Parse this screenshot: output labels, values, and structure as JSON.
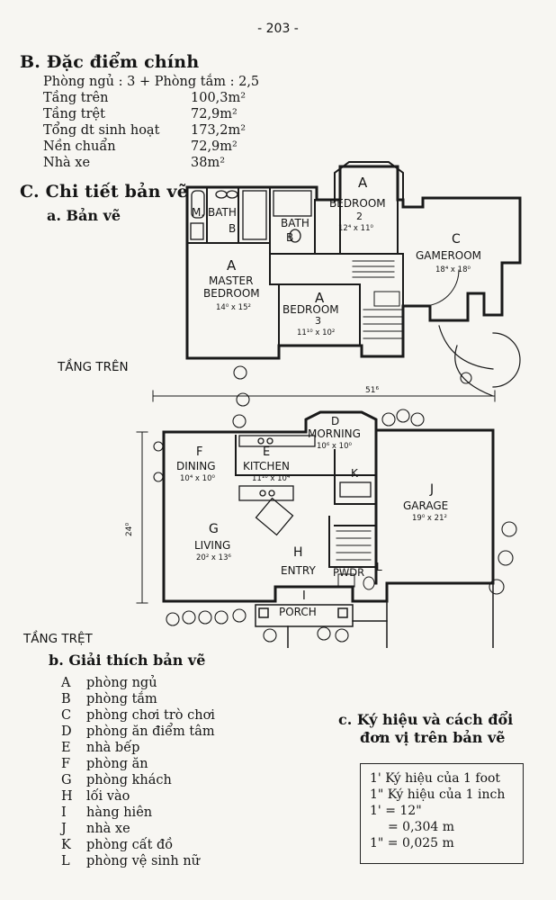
{
  "page_number": "- 203 -",
  "section_b": {
    "title": "B. Đặc điểm chính",
    "specs": [
      {
        "label": "Phòng ngủ : 3 + Phòng tắm : 2,5",
        "value": ""
      },
      {
        "label": "Tầng trên",
        "value": "100,3m²"
      },
      {
        "label": "Tầng trệt",
        "value": "72,9m²"
      },
      {
        "label": "Tổng dt sinh hoạt",
        "value": "173,2m²"
      },
      {
        "label": "Nền chuẩn",
        "value": "72,9m²"
      },
      {
        "label": "Nhà xe",
        "value": "38m²"
      }
    ]
  },
  "section_c": {
    "title": "C. Chi tiết bản vẽ",
    "sub_a": "a. Bản vẽ",
    "sub_b": "b. Giải thích bản vẽ",
    "sub_c_line1": "c. Ký hiệu và cách đổi",
    "sub_c_line2": "đơn vị trên bản vẽ"
  },
  "floor_labels": {
    "upper": "TẦNG TRÊN",
    "ground": "TẦNG TRỆT"
  },
  "upper_plan": {
    "rooms": [
      {
        "letter": "B",
        "name": "M. BATH",
        "size": ""
      },
      {
        "letter": "B",
        "name": "BATH",
        "size": ""
      },
      {
        "letter": "A",
        "name": "BEDROOM",
        "number": "2",
        "size": "12⁴ x 11⁰"
      },
      {
        "letter": "C",
        "name": "GAMEROOM",
        "size": "18⁴ x 18⁰"
      },
      {
        "letter": "A",
        "name": "MASTER",
        "name2": "BEDROOM",
        "size": "14⁰ x 15²"
      },
      {
        "letter": "A",
        "name": "BEDROOM",
        "number": "3",
        "size": "11¹⁰ x 10²"
      }
    ]
  },
  "ground_plan": {
    "dimension_top": "51⁶",
    "dimension_side": "24⁰",
    "rooms": [
      {
        "letter": "D",
        "name": "MORNING",
        "size": "10⁶ x 10⁰"
      },
      {
        "letter": "F",
        "name": "DINING",
        "size": "10⁴ x 10⁰"
      },
      {
        "letter": "E",
        "name": "KITCHEN",
        "size": "11¹⁰ x 10⁴"
      },
      {
        "letter": "K",
        "name": "",
        "size": ""
      },
      {
        "letter": "J",
        "name": "GARAGE",
        "size": "19⁰ x 21²"
      },
      {
        "letter": "G",
        "name": "LIVING",
        "size": "20² x 13⁶"
      },
      {
        "letter": "H",
        "name": "ENTRY",
        "size": ""
      },
      {
        "letter": "L",
        "name": "PWDR",
        "size": ""
      },
      {
        "letter": "I",
        "name": "PORCH",
        "size": ""
      }
    ]
  },
  "legend": [
    {
      "code": "A",
      "desc": "phòng ngủ"
    },
    {
      "code": "B",
      "desc": "phòng tắm"
    },
    {
      "code": "C",
      "desc": "phòng chơi trò chơi"
    },
    {
      "code": "D",
      "desc": "phòng ăn điểm tâm"
    },
    {
      "code": "E",
      "desc": "nhà bếp"
    },
    {
      "code": "F",
      "desc": "phòng ăn"
    },
    {
      "code": "G",
      "desc": "phòng khách"
    },
    {
      "code": "H",
      "desc": "lối vào"
    },
    {
      "code": "I",
      "desc": "hàng hiên"
    },
    {
      "code": "J",
      "desc": "nhà xe"
    },
    {
      "code": "K",
      "desc": "phòng cất đồ"
    },
    {
      "code": "L",
      "desc": "phòng vệ sinh nữ"
    }
  ],
  "scale_notes": [
    "1' Ký hiệu của 1 foot",
    "1\" Ký hiệu của 1 inch",
    "1' = 12\"",
    "= 0,304 m",
    "1\" = 0,025 m"
  ]
}
